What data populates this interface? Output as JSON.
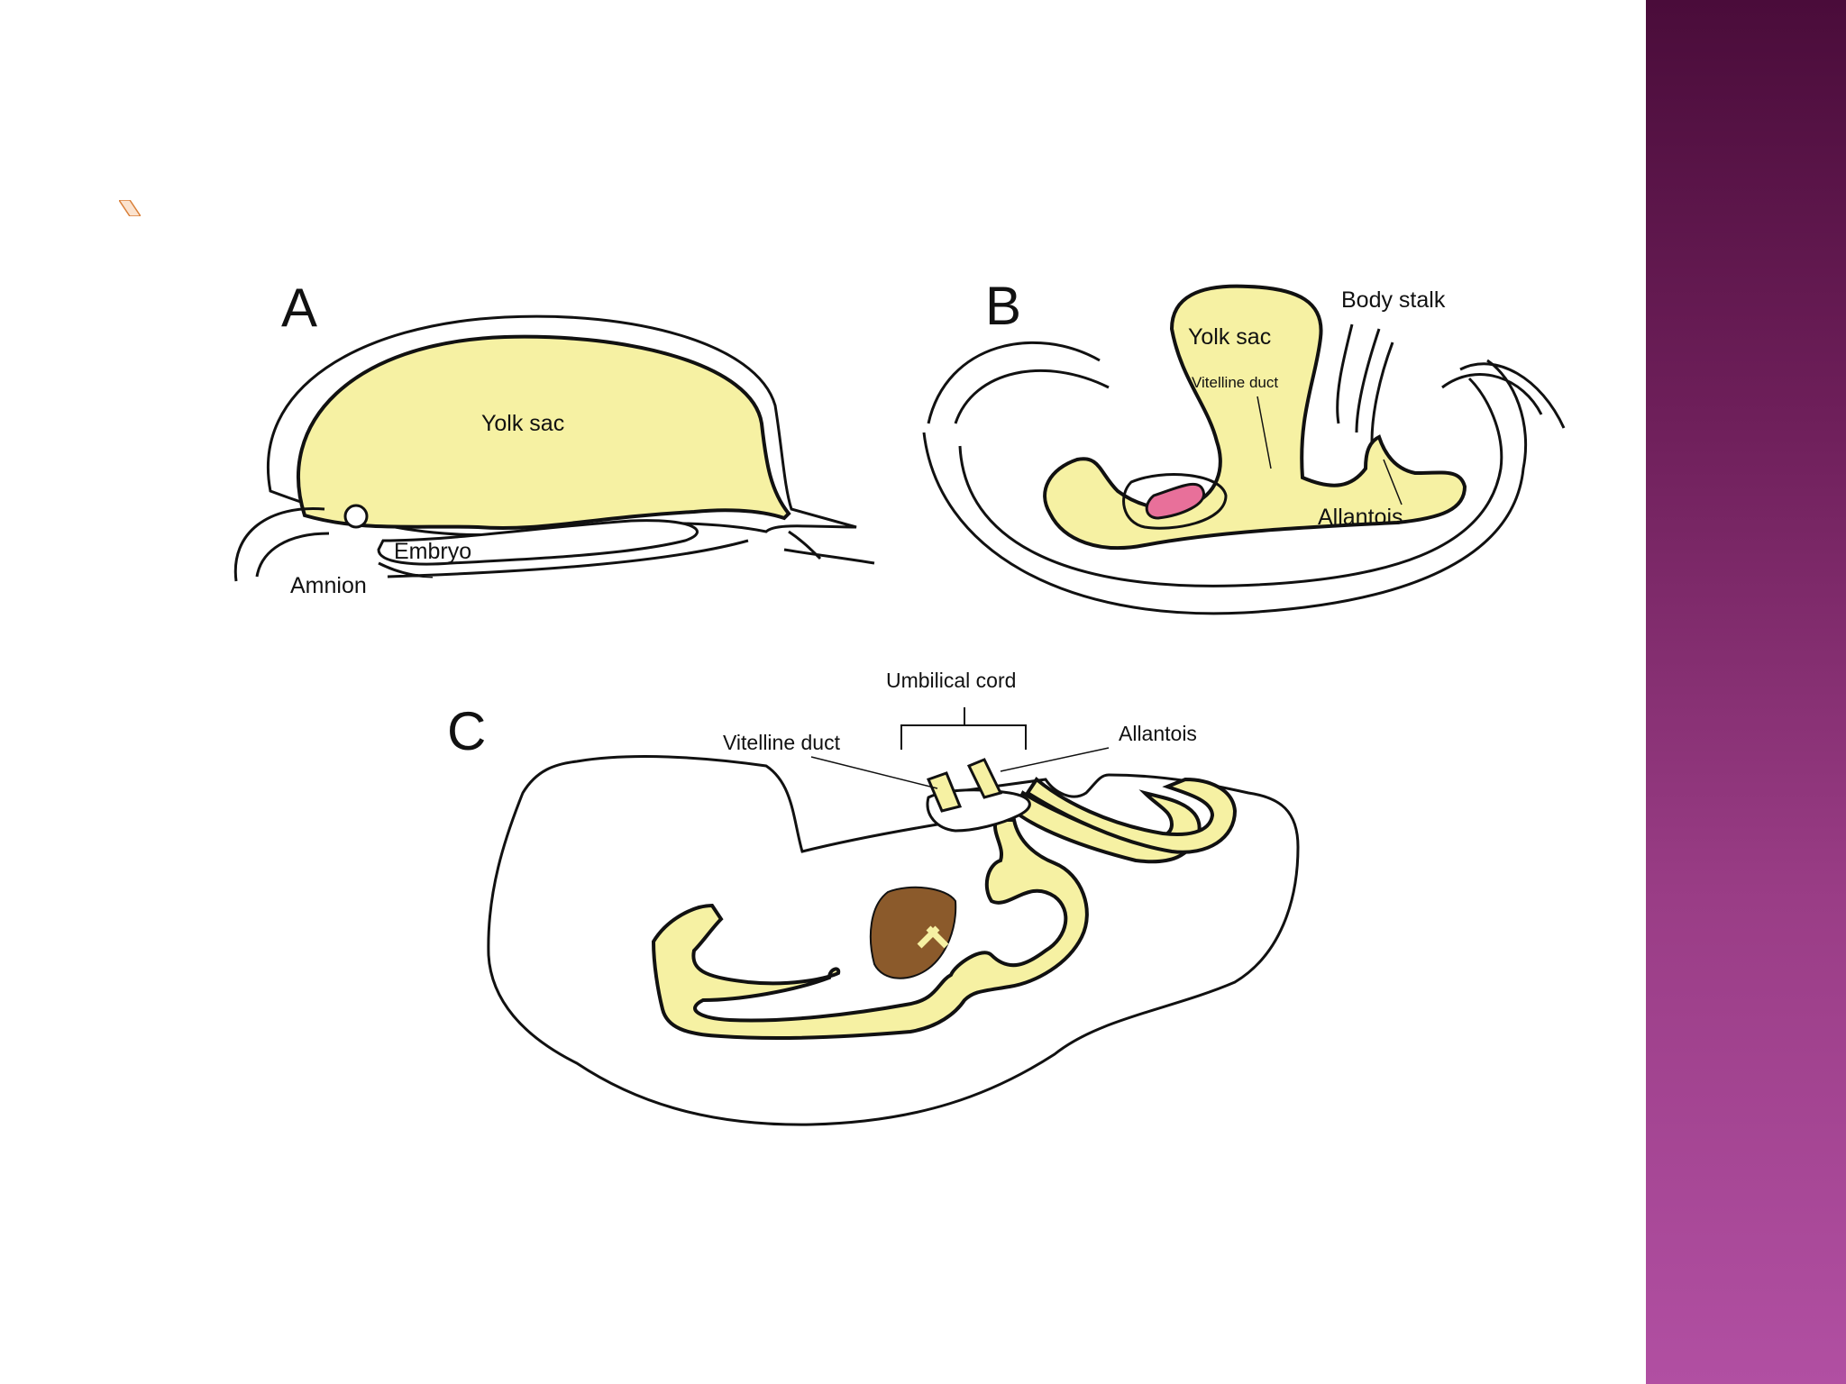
{
  "colors": {
    "yolk": "#f6f1a3",
    "brown": "#8b5a2b",
    "pink": "#e8709a",
    "band_top": "#4a0c3a",
    "band_bottom": "#b14fa2"
  },
  "panels": {
    "a": {
      "letter": "A",
      "yolk_sac": "Yolk sac",
      "embryo": "Embryo",
      "amnion": "Amnion"
    },
    "b": {
      "letter": "B",
      "yolk_sac": "Yolk sac",
      "body_stalk": "Body stalk",
      "vitelline_duct": "Vitelline duct",
      "allantois": "Allantois"
    },
    "c": {
      "letter": "C",
      "umbilical_cord": "Umbilical cord",
      "vitelline_duct": "Vitelline duct",
      "allantois": "Allantois"
    }
  }
}
